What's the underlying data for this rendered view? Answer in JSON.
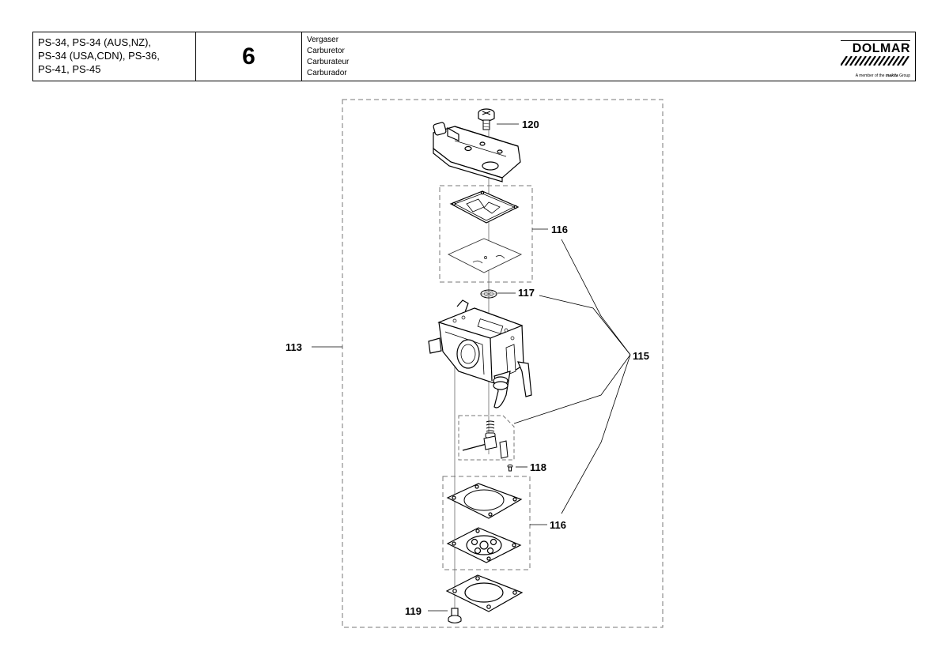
{
  "header": {
    "models": [
      "PS-34, PS-34 (AUS,NZ),",
      "PS-34 (USA,CDN), PS-36,",
      "PS-41, PS-45"
    ],
    "page_number": "6",
    "titles": [
      "Vergaser",
      "Carburetor",
      "Carburateur",
      "Carburador"
    ],
    "logo": {
      "brand": "DOLMAR",
      "tagline_prefix": "A member of the",
      "tagline_brand": "makita",
      "tagline_suffix": "Group"
    }
  },
  "callouts": {
    "c120": "120",
    "c116_top": "116",
    "c117": "117",
    "c113": "113",
    "c115": "115",
    "c118": "118",
    "c116_bottom": "116",
    "c119": "119"
  },
  "icons": {
    "fuel_pump_cover": "fuel-pump-cover-icon",
    "screw": "screw-icon",
    "gasket": "gasket-icon",
    "membrane": "membrane-icon",
    "filter_screen": "filter-screen-icon",
    "carburetor_body": "carburetor-body-icon",
    "needle_valve_assembly": "needle-valve-icon"
  }
}
